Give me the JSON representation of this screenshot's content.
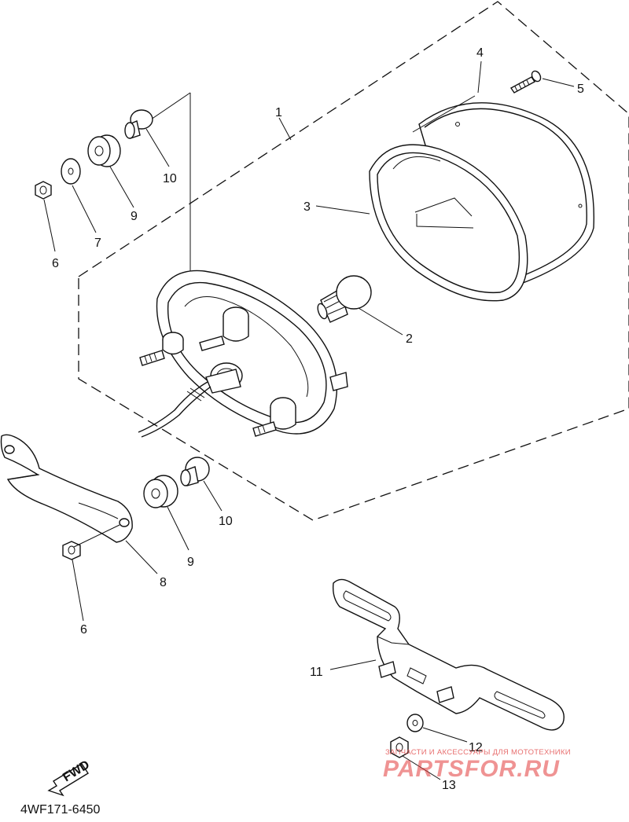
{
  "diagram": {
    "code": "4WF171-6450",
    "fwd_label": "FWD",
    "callouts": [
      {
        "id": "1",
        "label": "1"
      },
      {
        "id": "2",
        "label": "2"
      },
      {
        "id": "3",
        "label": "3"
      },
      {
        "id": "4",
        "label": "4"
      },
      {
        "id": "5",
        "label": "5"
      },
      {
        "id": "6a",
        "label": "6"
      },
      {
        "id": "6b",
        "label": "6"
      },
      {
        "id": "7",
        "label": "7"
      },
      {
        "id": "8",
        "label": "8"
      },
      {
        "id": "9a",
        "label": "9"
      },
      {
        "id": "9b",
        "label": "9"
      },
      {
        "id": "10a",
        "label": "10"
      },
      {
        "id": "10b",
        "label": "10"
      },
      {
        "id": "11",
        "label": "11"
      },
      {
        "id": "12",
        "label": "12"
      },
      {
        "id": "13",
        "label": "13"
      }
    ]
  },
  "watermark": {
    "tagline": "ЗАПЧАСТИ И АКСЕССУАРЫ ДЛЯ МОТОТЕХНИКИ",
    "brand": "PARTSFOR.RU"
  }
}
